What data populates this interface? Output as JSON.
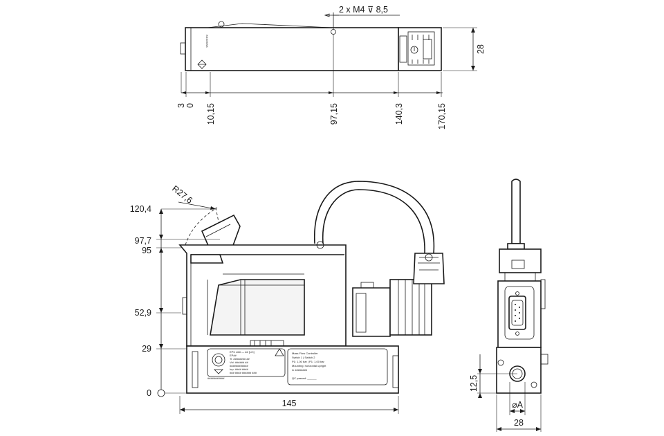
{
  "colors": {
    "line": "#1a1a1a",
    "background": "#ffffff"
  },
  "top_view": {
    "hole_callout": "2 x M4 ⊽ 8,5",
    "height_dim": "28",
    "x_positions": [
      "3",
      "0",
      "10,15",
      "97,15",
      "140,3",
      "170,15"
    ],
    "side_marking": "XXXXXXX"
  },
  "front_view": {
    "radius_dim": "R27,6",
    "heights": [
      "120,4",
      "97,7",
      "95",
      "52,9",
      "29",
      "0"
    ],
    "width_dim": "145",
    "label_text": {
      "left_lines": [
        "EPC ### — ## [L/h]",
        "EP##",
        "Ti: ######## ##",
        "Vol: ###### ##",
        "############",
        "Inp: ####  ####",
        "### #### ###### ###",
        "###########"
      ],
      "right_lines": [
        "Mass Flow Controller",
        "Switch 1  |  Switch 2",
        "P1: 1,00 bar  |  P1: 1,00 bar",
        "Mounting: horizontal upright",
        "in ########",
        "QC passed: ______"
      ]
    }
  },
  "end_view": {
    "height_dim": "12,5",
    "bore_dim": "⌀A",
    "width_dim": "28"
  }
}
